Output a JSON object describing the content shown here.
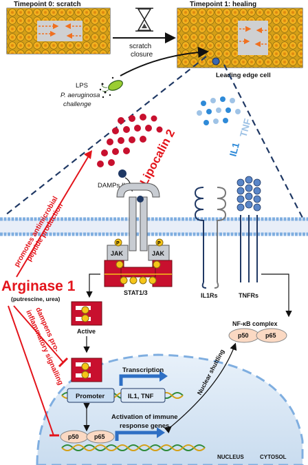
{
  "panels": {
    "left_title": "Timepoint 0: scratch",
    "right_title": "Timepoint 1: healing",
    "scratch_closure_line1": "scratch",
    "scratch_closure_line2": "closure",
    "leading_edge": "Leading edge cell"
  },
  "stimulus": {
    "lps": "LPS",
    "pathogen": "P. aeruginosa",
    "challenge": "challenge"
  },
  "molecules": {
    "lipocalin": "Lipocalin 2",
    "il1": "IL1",
    "tnf": "TNF",
    "damps": "DAMPs,IL6"
  },
  "receptors": {
    "jak_left": "JAK",
    "jak_right": "JAK",
    "p_label": "P",
    "stat": "STAT1/3",
    "il1rs": "IL1Rs",
    "tnfrs": "TNFRs"
  },
  "nfkb": {
    "complex": "NF-κB complex",
    "p50": "p50",
    "p65": "p65"
  },
  "nucleus": {
    "active": "Active",
    "transcription": "Transcription",
    "promoter": "Promoter",
    "genes": "IL1, TNF",
    "activation_line1": "Activation of immune",
    "activation_line2": "response genes",
    "shuttling": "Nuclear shuttling",
    "nucleus_label": "NUCLEUS",
    "cytosol_label": "CYTOSOL",
    "p50": "p50",
    "p65": "p65"
  },
  "arginase": {
    "name": "Arginase 1",
    "products": "(putrescine, urea)",
    "promotes_line1": "promotes antimicrobial",
    "promotes_line2": "peptide production",
    "dampens_line1": "dampens pro-",
    "dampens_line2": "inflammatory signalling"
  },
  "colors": {
    "red": "#e3141b",
    "dark_red": "#b3121a",
    "cell_yellow": "#f2b01e",
    "navy": "#1f3864",
    "il1_blue": "#2e8ad8",
    "tnf_blue": "#9fc3e6",
    "nucleus_fill": "#dbe8f5",
    "membrane_blue": "#7faee0"
  }
}
